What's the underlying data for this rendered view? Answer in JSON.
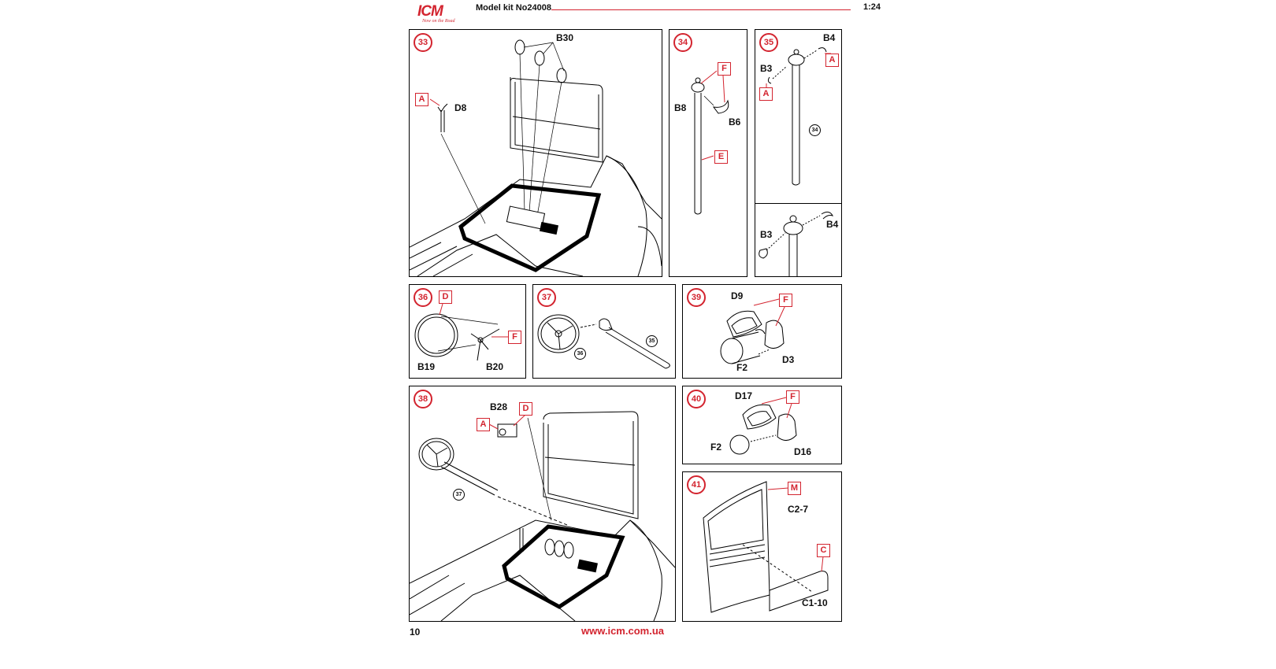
{
  "header": {
    "logo": "ICM",
    "logo_tagline": "Now on the Road",
    "kit": "Model kit No24008",
    "scale": "1:24"
  },
  "footer": {
    "page_number": "10",
    "url": "www.icm.com.ua"
  },
  "colors": {
    "accent": "#d3242f",
    "line": "#000000"
  },
  "steps": {
    "s33": {
      "number": "33",
      "labels": {
        "b30": "B30",
        "d8": "D8"
      },
      "colors": {
        "a": "A"
      }
    },
    "s34": {
      "number": "34",
      "labels": {
        "b8": "B8",
        "b6": "B6"
      },
      "colors": {
        "f": "F",
        "e": "E"
      }
    },
    "s35": {
      "number": "35",
      "labels": {
        "b4": "B4",
        "b3": "B3",
        "b4b": "B4",
        "b3b": "B3"
      },
      "colors": {
        "a1": "A",
        "a2": "A"
      },
      "refs": {
        "r34": "34"
      }
    },
    "s36": {
      "number": "36",
      "labels": {
        "b19": "B19",
        "b20": "B20"
      },
      "colors": {
        "d": "D",
        "f": "F"
      }
    },
    "s37": {
      "number": "37",
      "refs": {
        "r36": "36",
        "r35": "35"
      }
    },
    "s38": {
      "number": "38",
      "labels": {
        "b28": "B28"
      },
      "colors": {
        "d": "D",
        "a": "A"
      },
      "refs": {
        "r37": "37"
      }
    },
    "s39": {
      "number": "39",
      "labels": {
        "d9": "D9",
        "f2": "F2",
        "d3": "D3"
      },
      "colors": {
        "f": "F"
      }
    },
    "s40": {
      "number": "40",
      "labels": {
        "d17": "D17",
        "f2": "F2",
        "d16": "D16"
      },
      "colors": {
        "f": "F"
      }
    },
    "s41": {
      "number": "41",
      "labels": {
        "c27": "C2-7",
        "c110": "C1-10"
      },
      "colors": {
        "m": "M",
        "c": "C"
      }
    }
  }
}
